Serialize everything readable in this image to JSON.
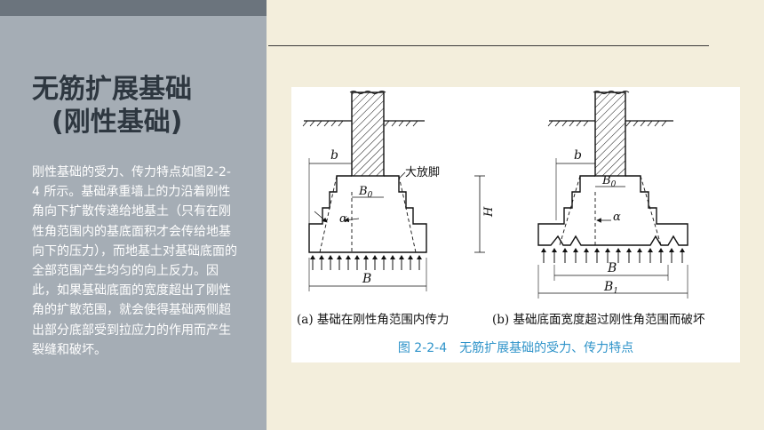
{
  "title": {
    "line1": "无筋扩展基础",
    "line2": "(刚性基础)"
  },
  "body": "刚性基础的受力、传力特点如图2-2-4 所示。基础承重墙上的力沿着刚性角向下扩散传递给地基土（只有在刚性角范围内的基底面积才会传给地基向下的压力），而地基土对基础底面的全部范围产生均匀的向上反力。因此，如果基础底面的宽度超出了刚性角的扩散范围，就会使得基础两侧超出部分底部受到拉应力的作用而产生裂缝和破坏。",
  "figure": {
    "caption": "图 2-2-4　无筋扩展基础的受力、传力特点",
    "subcaption_a": "(a)  基础在刚性角范围内传力",
    "subcaption_b": "(b)  基础底面宽度超过刚性角范围而破坏",
    "labels": {
      "b_a": "b",
      "b0_a": "B",
      "b0_a_sub": "0",
      "alpha_a": "α",
      "h_a": "H",
      "B_a": "B",
      "dafangjiao": "大放脚",
      "b_b": "b",
      "b0_b": "B",
      "b0_b_sub": "0",
      "alpha_b": "α",
      "B_b": "B",
      "B1_b": "B",
      "B1_b_sub": "1"
    }
  },
  "colors": {
    "left_panel": "#a5adb5",
    "left_top_bar": "#6b747d",
    "right_panel": "#f3eedc",
    "title": "#2e3740",
    "body_text": "#ffffff",
    "caption": "#2e93c9"
  }
}
